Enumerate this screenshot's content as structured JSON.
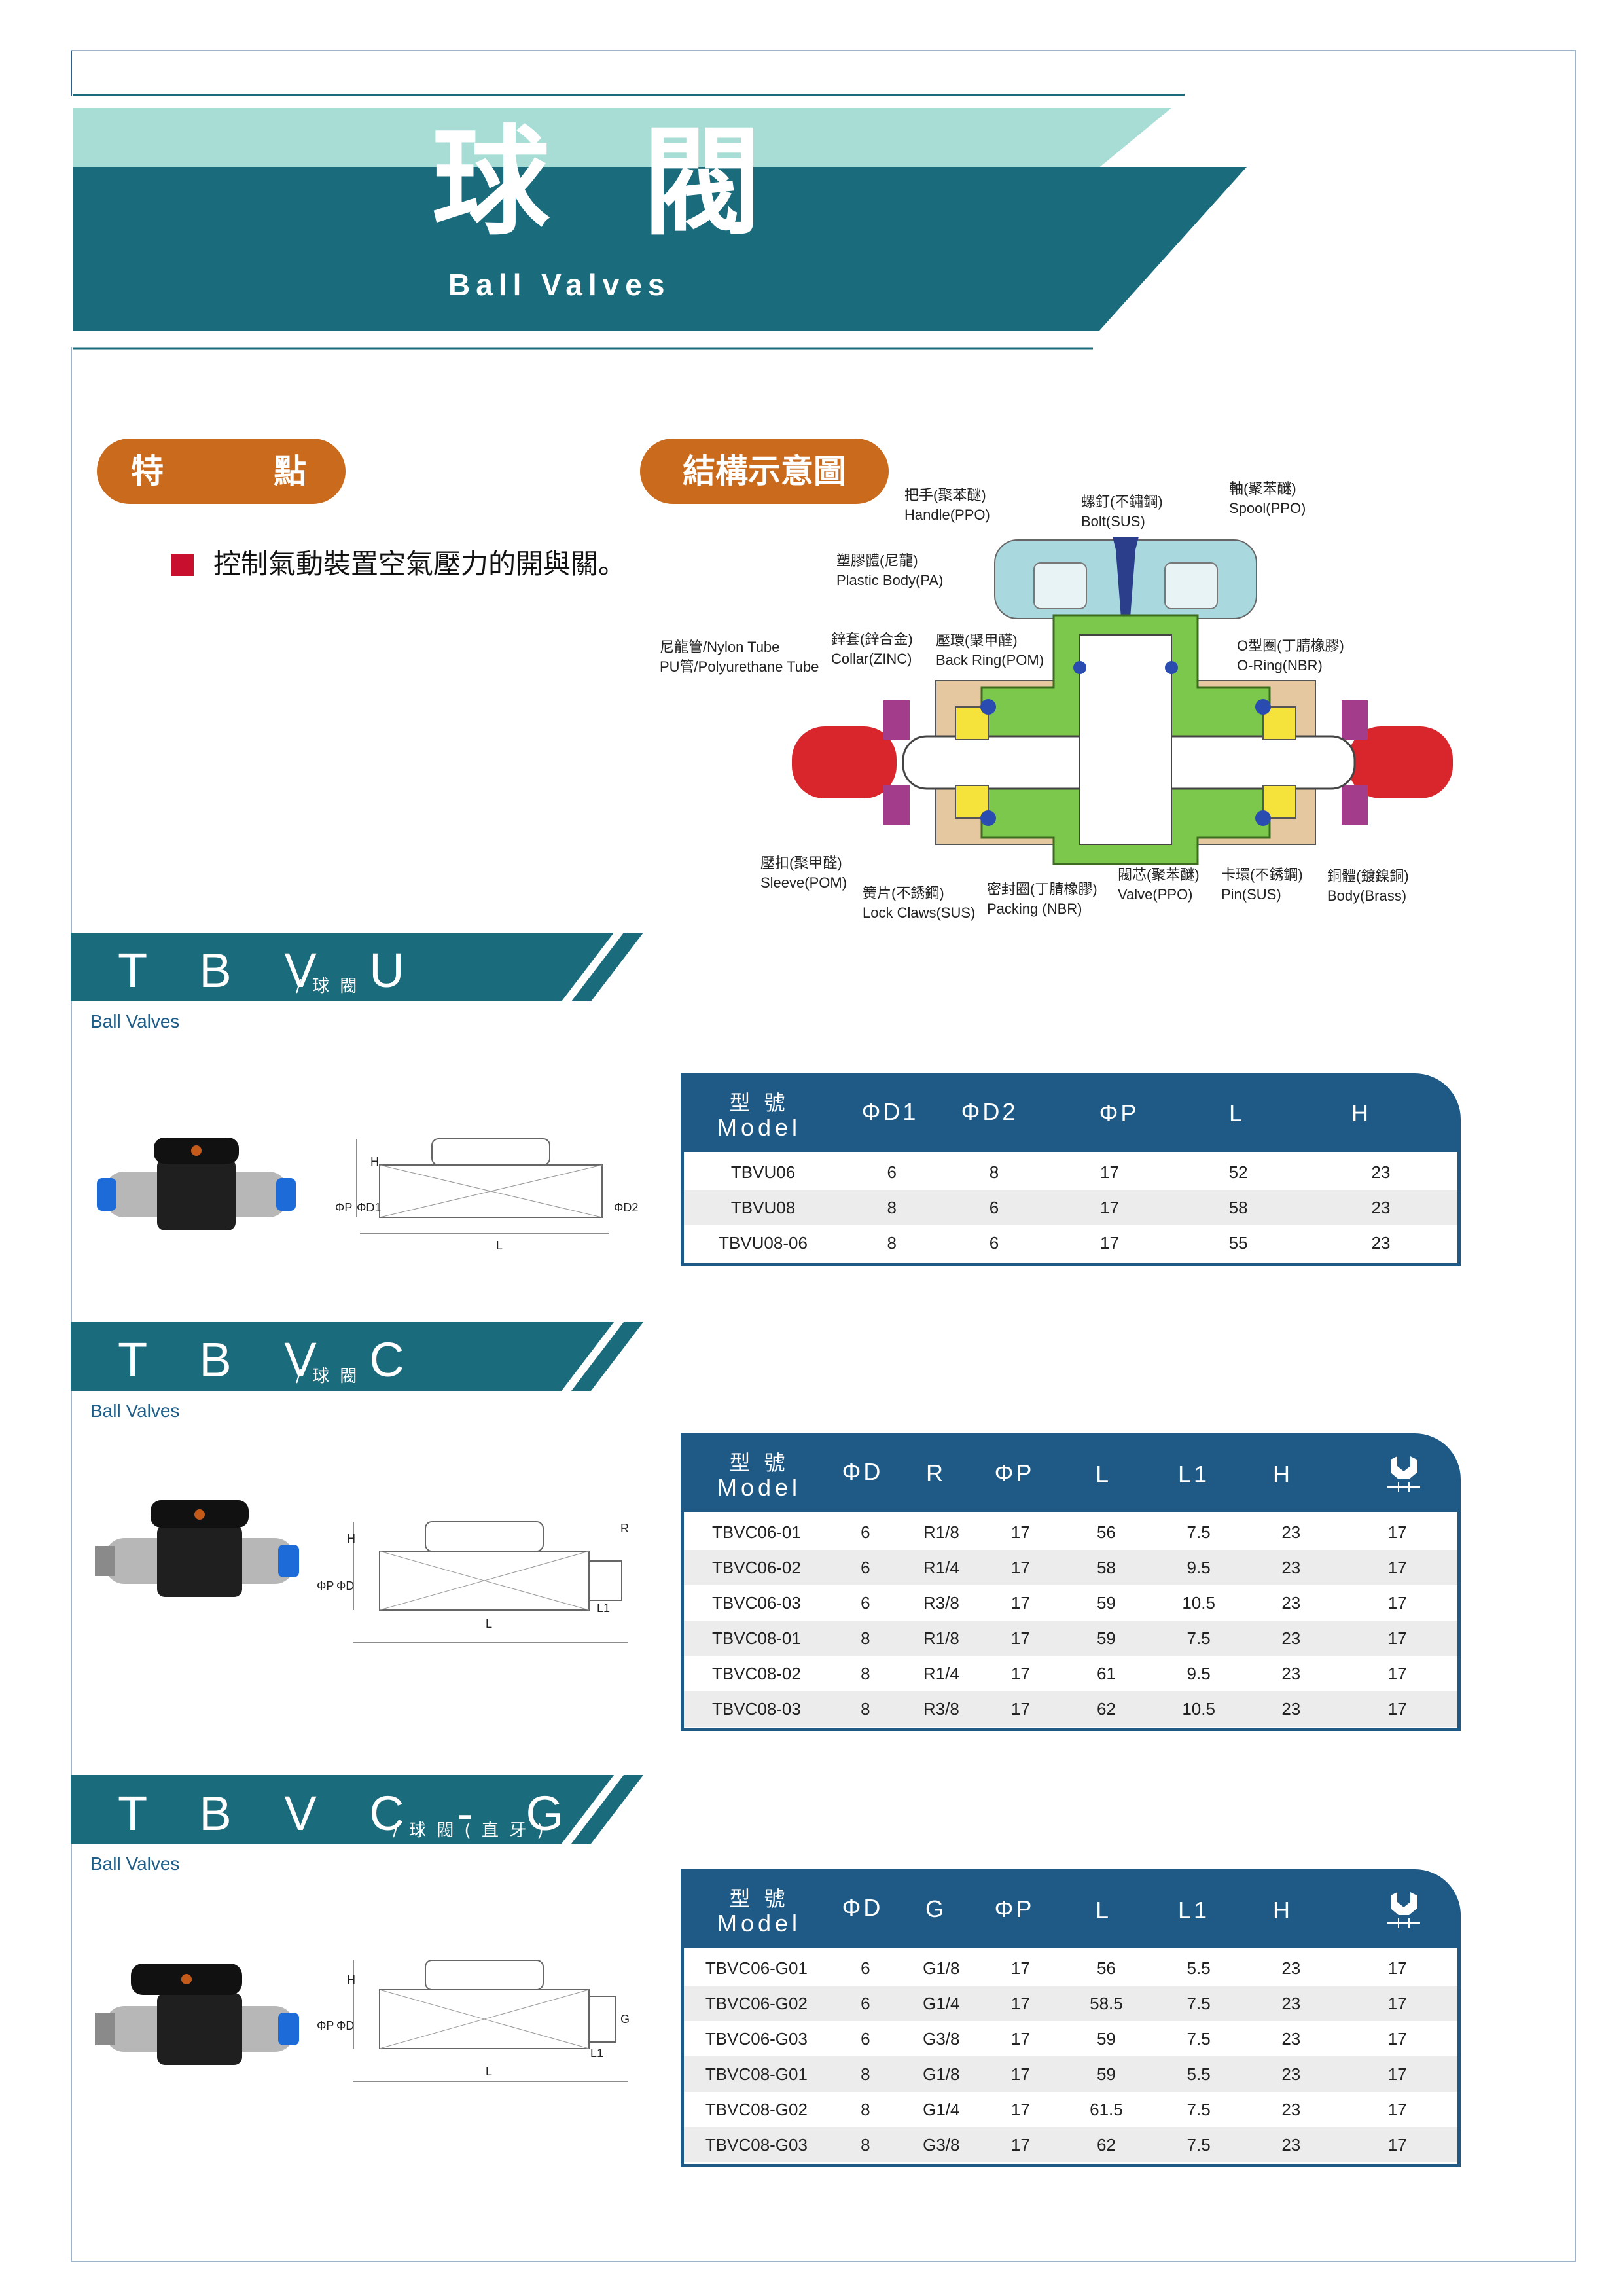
{
  "header": {
    "title_cn": "球 閥",
    "title_en": "Ball Valves"
  },
  "features": {
    "pill_label_1": "特",
    "pill_label_2": "點",
    "pill_label_structure": "結構示意圖",
    "items": [
      "控制氣動裝置空氣壓力的開與關。"
    ]
  },
  "structure_labels": {
    "handle": [
      "把手(聚苯醚)",
      "Handle(PPO)"
    ],
    "bolt": [
      "螺釘(不鏽鋼)",
      "Bolt(SUS)"
    ],
    "spool": [
      "軸(聚苯醚)",
      "Spool(PPO)"
    ],
    "plastic_body": [
      "塑膠體(尼龍)",
      "Plastic Body(PA)"
    ],
    "tube": [
      "尼龍管/Nylon Tube",
      "PU管/Polyurethane Tube"
    ],
    "collar": [
      "鋅套(鋅合金)",
      "Collar(ZINC)"
    ],
    "back_ring": [
      "壓環(聚甲醛)",
      "Back Ring(POM)"
    ],
    "o_ring": [
      "O型圈(丁腈橡膠)",
      "O-Ring(NBR)"
    ],
    "sleeve": [
      "壓扣(聚甲醛)",
      "Sleeve(POM)"
    ],
    "lock_claws": [
      "簧片(不銹鋼)",
      "Lock Claws(SUS)"
    ],
    "packing": [
      "密封圈(丁腈橡膠)",
      "Packing (NBR)"
    ],
    "valve": [
      "閥芯(聚苯醚)",
      "Valve(PPO)"
    ],
    "pin": [
      "卡環(不銹鋼)",
      "Pin(SUS)"
    ],
    "body": [
      "銅體(鍍鎳銅)",
      "Body(Brass)"
    ]
  },
  "colors": {
    "primary": "#1e5a85",
    "teal": "#1a6b7c",
    "mint": "#a7ddd5",
    "orange": "#c96a1c",
    "red_bullet": "#c8102e"
  },
  "sections": [
    {
      "code": "T B V U",
      "subtitle": "/ 球 閥",
      "en": "Ball Valves",
      "dims": [
        "ΦP",
        "ΦD1",
        "H",
        "ΦD2",
        "L"
      ],
      "header": {
        "model_cn": "型 號",
        "model_en": "Model",
        "cols": [
          "ΦD1",
          "ΦD2",
          "ΦP",
          "L",
          "H"
        ]
      },
      "rows": [
        [
          "TBVU06",
          "6",
          "8",
          "17",
          "52",
          "23"
        ],
        [
          "TBVU08",
          "8",
          "6",
          "17",
          "58",
          "23"
        ],
        [
          "TBVU08-06",
          "8",
          "6",
          "17",
          "55",
          "23"
        ]
      ]
    },
    {
      "code": "T B V C",
      "subtitle": "/ 球 閥",
      "en": "Ball Valves",
      "dims": [
        "ΦP",
        "ΦD",
        "H",
        "R",
        "L1",
        "L"
      ],
      "header": {
        "model_cn": "型 號",
        "model_en": "Model",
        "cols": [
          "ΦD",
          "R",
          "ΦP",
          "L",
          "L1",
          "H"
        ],
        "wrench_icon": "wrench-icon"
      },
      "rows": [
        [
          "TBVC06-01",
          "6",
          "R1/8",
          "17",
          "56",
          "7.5",
          "23",
          "17"
        ],
        [
          "TBVC06-02",
          "6",
          "R1/4",
          "17",
          "58",
          "9.5",
          "23",
          "17"
        ],
        [
          "TBVC06-03",
          "6",
          "R3/8",
          "17",
          "59",
          "10.5",
          "23",
          "17"
        ],
        [
          "TBVC08-01",
          "8",
          "R1/8",
          "17",
          "59",
          "7.5",
          "23",
          "17"
        ],
        [
          "TBVC08-02",
          "8",
          "R1/4",
          "17",
          "61",
          "9.5",
          "23",
          "17"
        ],
        [
          "TBVC08-03",
          "8",
          "R3/8",
          "17",
          "62",
          "10.5",
          "23",
          "17"
        ]
      ]
    },
    {
      "code": "T B V C - G",
      "subtitle": "/ 球 閥 ( 直 牙 )",
      "en": "Ball Valves",
      "dims": [
        "ΦP",
        "ΦD",
        "H",
        "G",
        "L1",
        "L"
      ],
      "header": {
        "model_cn": "型 號",
        "model_en": "Model",
        "cols": [
          "ΦD",
          "G",
          "ΦP",
          "L",
          "L1",
          "H"
        ],
        "wrench_icon": "wrench-icon"
      },
      "rows": [
        [
          "TBVC06-G01",
          "6",
          "G1/8",
          "17",
          "56",
          "5.5",
          "23",
          "17"
        ],
        [
          "TBVC06-G02",
          "6",
          "G1/4",
          "17",
          "58.5",
          "7.5",
          "23",
          "17"
        ],
        [
          "TBVC06-G03",
          "6",
          "G3/8",
          "17",
          "59",
          "7.5",
          "23",
          "17"
        ],
        [
          "TBVC08-G01",
          "8",
          "G1/8",
          "17",
          "59",
          "5.5",
          "23",
          "17"
        ],
        [
          "TBVC08-G02",
          "8",
          "G1/4",
          "17",
          "61.5",
          "7.5",
          "23",
          "17"
        ],
        [
          "TBVC08-G03",
          "8",
          "G3/8",
          "17",
          "62",
          "7.5",
          "23",
          "17"
        ]
      ]
    }
  ]
}
